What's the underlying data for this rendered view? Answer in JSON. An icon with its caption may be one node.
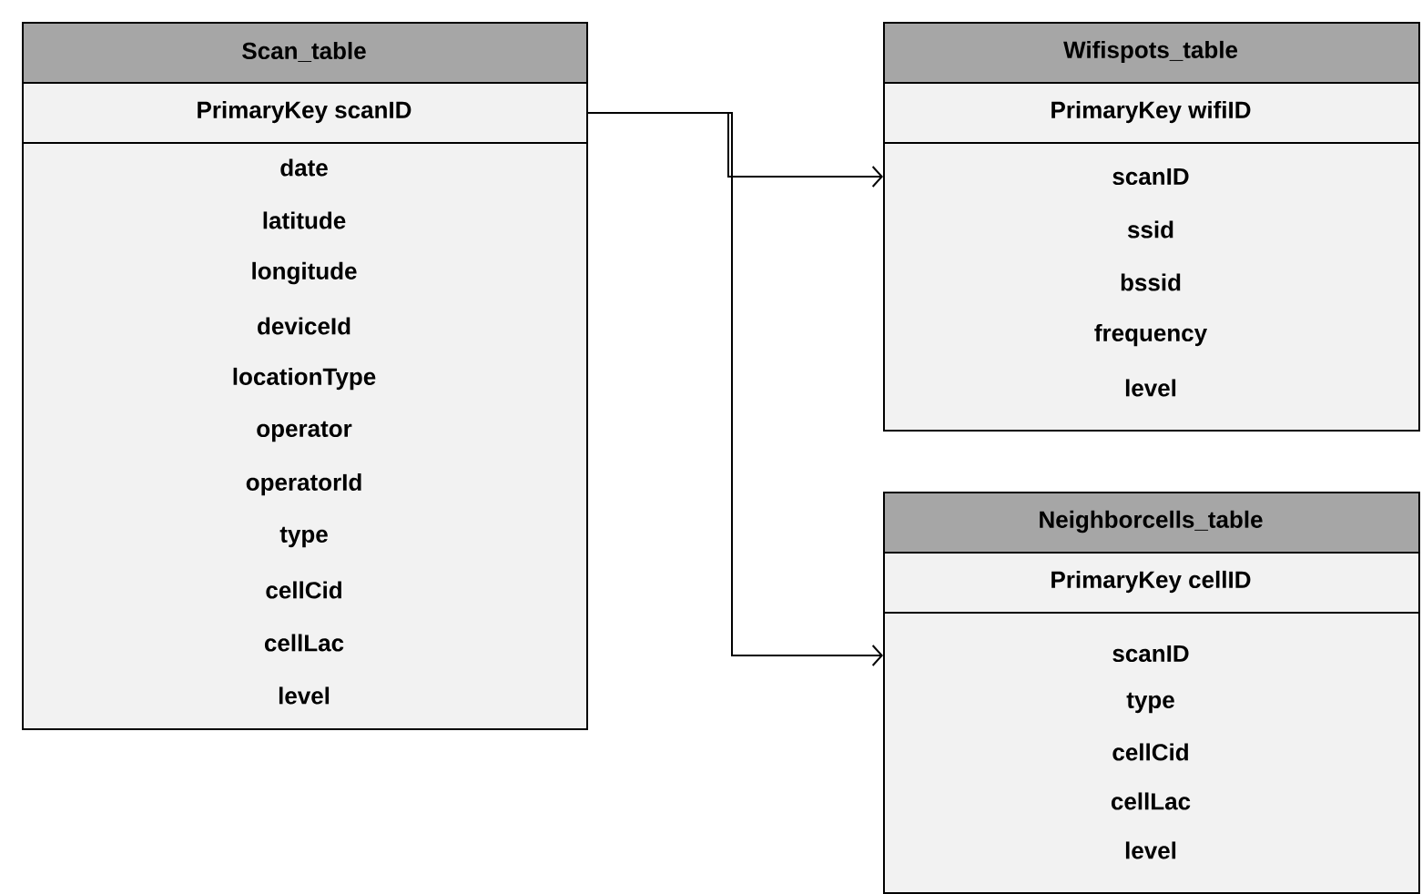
{
  "diagram": {
    "nodes": [
      {
        "text": [
          "Scan_table"
        ]
      },
      {
        "text": [
          "PrimaryKey scanID"
        ]
      },
      {
        "text": [
          "date",
          "latitude",
          "longitude",
          "deviceId",
          "locationType",
          "operator",
          "operatorId",
          "type",
          "cellCid",
          "cellLac",
          "level"
        ]
      },
      {
        "text": [
          "Wifispots_table"
        ]
      },
      {
        "text": [
          "PrimaryKey wifiID"
        ]
      },
      {
        "text": [
          "scanID",
          "ssid",
          "bssid",
          "frequency",
          "level"
        ]
      },
      {
        "text": [
          "Neighborcells_table"
        ]
      },
      {
        "text": [
          "PrimaryKey cellID"
        ]
      },
      {
        "text": [
          "scanID",
          "type",
          "cellCid",
          "cellLac",
          "level"
        ]
      }
    ],
    "edges": [
      {
        "from": 1,
        "to": 5,
        "arrow": "to"
      },
      {
        "from": 1,
        "to": 8,
        "arrow": "to"
      }
    ]
  }
}
